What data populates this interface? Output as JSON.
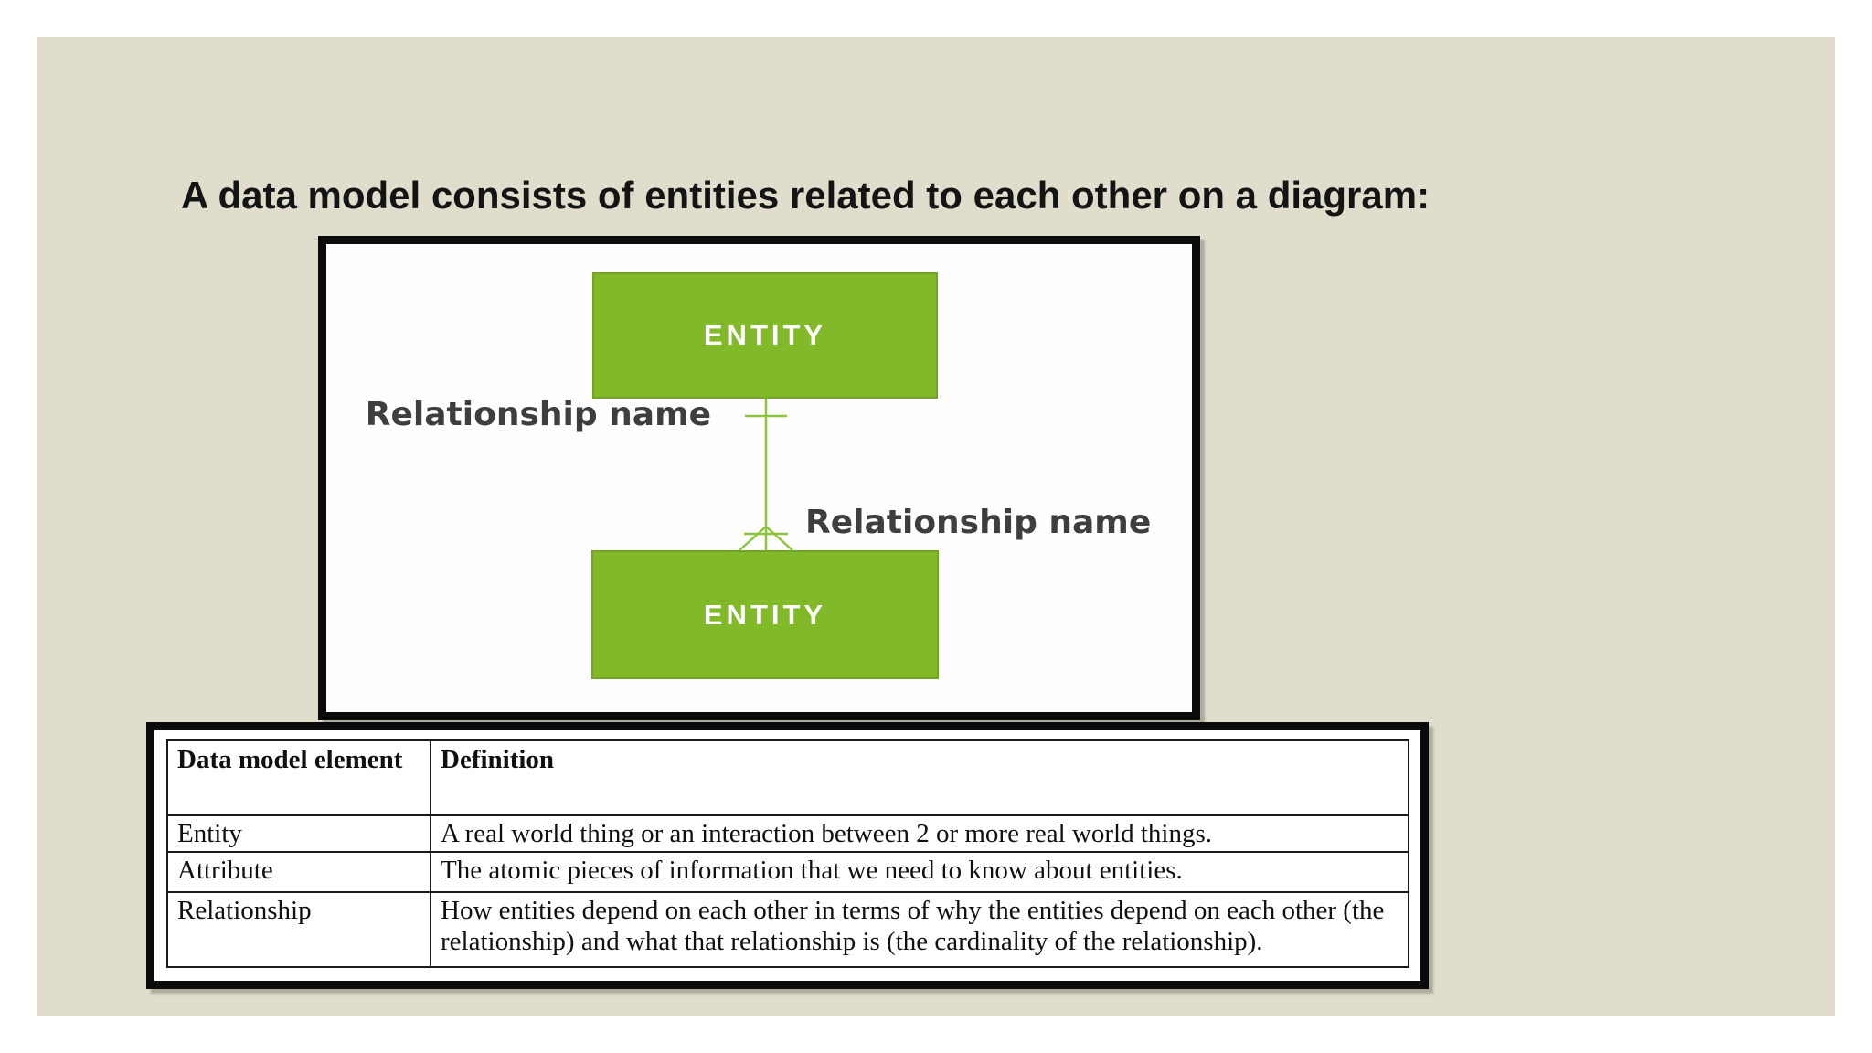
{
  "slide": {
    "heading": "A data model consists of entities related to each other on a diagram:"
  },
  "diagram": {
    "entity_top_label": "ENTITY",
    "entity_bottom_label": "ENTITY",
    "relationship_label_left": "Relationship name",
    "relationship_label_right": "Relationship name",
    "notation": "crow-foot one-to-many connector between two entities"
  },
  "table": {
    "headers": [
      "Data model element",
      "Definition"
    ],
    "rows": [
      {
        "element": "Entity",
        "definition": "A real world thing or an interaction between 2 or more real world things."
      },
      {
        "element": "Attribute",
        "definition": "The atomic pieces of information that we need to know about entities."
      },
      {
        "element": "Relationship",
        "definition": "How entities depend on each other in terms of why the entities depend on each other (the relationship) and what that relationship is (the cardinality of the relationship)."
      }
    ]
  },
  "colors": {
    "slide_background": "#e0ddcc",
    "entity_fill": "#81b929",
    "entity_border": "#74a427",
    "connector_green": "#8bc53f",
    "label_gray": "#3e3e3e",
    "frame_black": "#0b0b0b"
  }
}
